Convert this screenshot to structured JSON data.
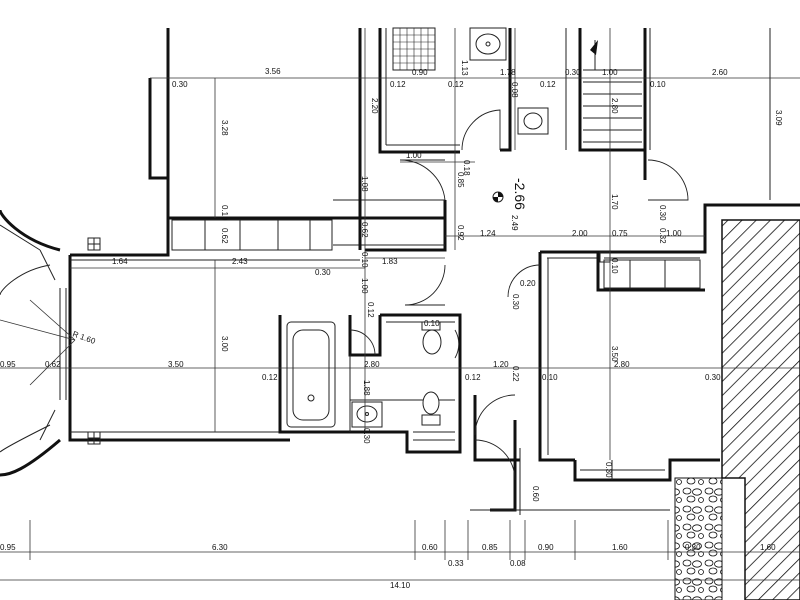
{
  "plan": {
    "level": "-2.66",
    "labels": {
      "d356": "3.56",
      "d030a": "0.30",
      "d220": "2.20",
      "d012a": "0.12",
      "d090": "0.90",
      "d012b": "0.12",
      "d113": "1.13",
      "d178": "1.78",
      "d008": "0.08",
      "d012c": "0.12",
      "d030b": "0.30",
      "d100a": "1.00",
      "d010a": "0.10",
      "d260": "2.60",
      "d309": "3.09",
      "d328": "3.28",
      "d280a": "2.80",
      "d100b": "1.00",
      "d085": "0.85",
      "d018": "0.18",
      "d108": "1.08",
      "d170": "1.70",
      "d010b": "0.10",
      "d062a": "0.62",
      "d062b": "0.62",
      "d092": "0.92",
      "d124": "1.24",
      "d249": "2.49",
      "d200": "2.00",
      "d075": "0.75",
      "d030c": "0.30",
      "d032": "0.32",
      "d100c": "1.00",
      "d164": "1.64",
      "d243": "2.43",
      "d030d": "0.30",
      "d010c": "0.10",
      "d183": "1.83",
      "d100d": "1.00",
      "d020": "0.20",
      "d010d": "0.10",
      "d030e": "0.30",
      "d012d": "0.12",
      "d010e": "0.10",
      "r": "R 1.60",
      "d095a": "0.95",
      "d062c": "0.62",
      "d350a": "3.50",
      "d300": "3.00",
      "d012e": "0.12",
      "d280b": "2.80",
      "d188": "1.88",
      "d120": "1.20",
      "d012f": "0.12",
      "d022": "0.22",
      "d010f": "0.10",
      "d350b": "3.50",
      "d280c": "2.80",
      "d030f": "0.30",
      "d030g": "0.30",
      "d030h": "0.30",
      "d060": "0.60",
      "b095": "0.95",
      "b630": "6.30",
      "b060": "0.60",
      "b033": "0.33",
      "b085": "0.85",
      "b008": "0.08",
      "b090": "0.90",
      "b160a": "1.60",
      "b030": "0.30",
      "b160b": "1.60",
      "total": "14.10"
    }
  }
}
